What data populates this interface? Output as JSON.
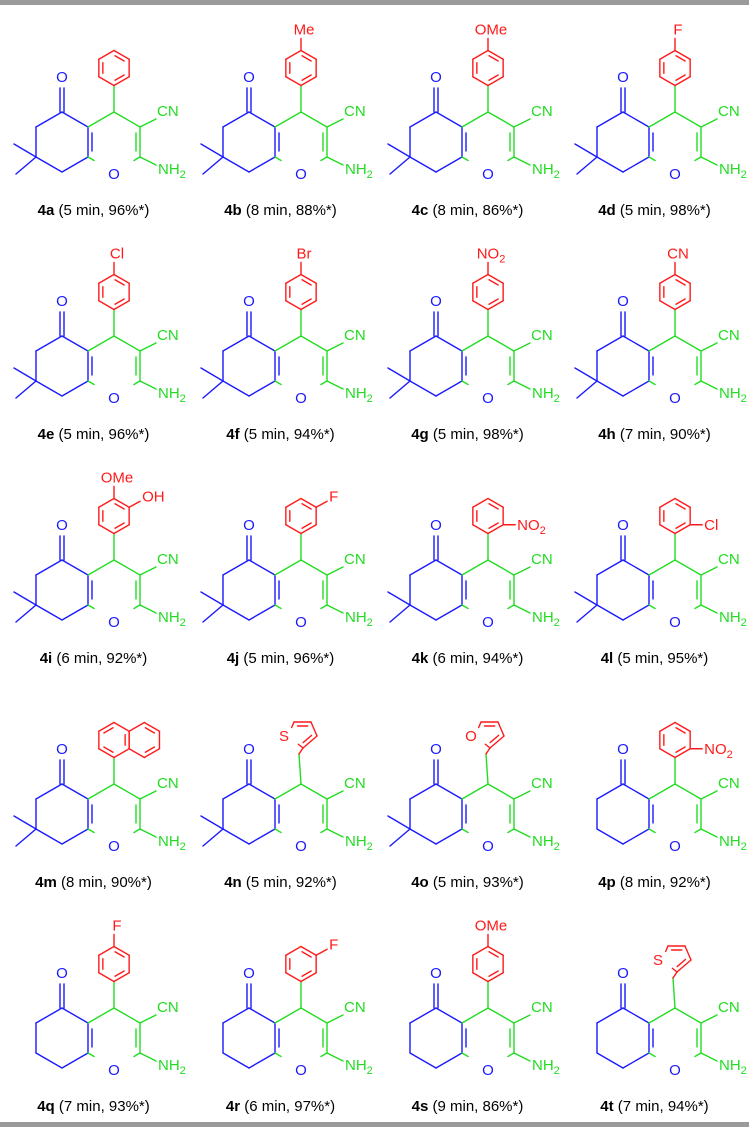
{
  "compounds": [
    {
      "id": "4a",
      "caption": " (5 min, 96%*)",
      "core": "dimedone",
      "aryl": "phenyl",
      "sub": null
    },
    {
      "id": "4b",
      "caption": " (8 min, 88%*)",
      "core": "dimedone",
      "aryl": "phenyl",
      "sub": {
        "pos": "para",
        "label": "Me"
      }
    },
    {
      "id": "4c",
      "caption": " (8 min, 86%*)",
      "core": "dimedone",
      "aryl": "phenyl",
      "sub": {
        "pos": "para",
        "label": "OMe"
      }
    },
    {
      "id": "4d",
      "caption": " (5 min, 98%*)",
      "core": "dimedone",
      "aryl": "phenyl",
      "sub": {
        "pos": "para",
        "label": "F"
      }
    },
    {
      "id": "4e",
      "caption": " (5 min, 96%*)",
      "core": "dimedone",
      "aryl": "phenyl",
      "sub": {
        "pos": "para",
        "label": "Cl"
      }
    },
    {
      "id": "4f",
      "caption": " (5 min, 94%*)",
      "core": "dimedone",
      "aryl": "phenyl",
      "sub": {
        "pos": "para",
        "label": "Br"
      }
    },
    {
      "id": "4g",
      "caption": " (5 min, 98%*)",
      "core": "dimedone",
      "aryl": "phenyl",
      "sub": {
        "pos": "para",
        "label": "NO",
        "subscript": "2"
      }
    },
    {
      "id": "4h",
      "caption": " (7 min, 90%*)",
      "core": "dimedone",
      "aryl": "phenyl",
      "sub": {
        "pos": "para",
        "label": "CN"
      }
    },
    {
      "id": "4i",
      "caption": " (6 min, 92%*)",
      "core": "dimedone",
      "aryl": "phenyl",
      "sub": {
        "pos": "para",
        "label": "OMe"
      },
      "sub2": {
        "pos": "meta",
        "label": "OH"
      }
    },
    {
      "id": "4j",
      "caption": " (5 min, 96%*)",
      "core": "dimedone",
      "aryl": "phenyl",
      "sub": {
        "pos": "meta",
        "label": "F"
      }
    },
    {
      "id": "4k",
      "caption": " (6 min, 94%*)",
      "core": "dimedone",
      "aryl": "phenyl",
      "sub": {
        "pos": "ortho",
        "label": "NO",
        "subscript": "2"
      }
    },
    {
      "id": "4l",
      "caption": " (5 min, 95%*)",
      "core": "dimedone",
      "aryl": "phenyl",
      "sub": {
        "pos": "ortho",
        "label": "Cl"
      }
    },
    {
      "id": "4m",
      "caption": " (8 min, 90%*)",
      "core": "dimedone",
      "aryl": "naphthyl",
      "sub": null
    },
    {
      "id": "4n",
      "caption": " (5 min, 92%*)",
      "core": "dimedone",
      "aryl": "thienyl",
      "sub": null,
      "hetero": "S"
    },
    {
      "id": "4o",
      "caption": " (5 min, 93%*)",
      "core": "dimedone",
      "aryl": "furyl",
      "sub": null,
      "hetero": "O"
    },
    {
      "id": "4p",
      "caption": " (8 min, 92%*)",
      "core": "cyclohexanedione",
      "aryl": "phenyl",
      "sub": {
        "pos": "ortho",
        "label": "NO",
        "subscript": "2"
      }
    },
    {
      "id": "4q",
      "caption": " (7 min, 93%*)",
      "core": "cyclohexanedione",
      "aryl": "phenyl",
      "sub": {
        "pos": "para",
        "label": "F"
      }
    },
    {
      "id": "4r",
      "caption": " (6 min, 97%*)",
      "core": "cyclohexanedione",
      "aryl": "phenyl",
      "sub": {
        "pos": "meta",
        "label": "F"
      }
    },
    {
      "id": "4s",
      "caption": " (9 min, 86%*)",
      "core": "cyclohexanedione",
      "aryl": "phenyl",
      "sub": {
        "pos": "para",
        "label": "OMe"
      }
    },
    {
      "id": "4t",
      "caption": " (7 min, 94%*)",
      "core": "cyclohexanedione",
      "aryl": "thienyl",
      "sub": null,
      "hetero": "S"
    }
  ],
  "atoms": {
    "ketone_O": "O",
    "ring_O": "O",
    "nitrile": "CN",
    "amine": "NH",
    "amine_sub": "2"
  },
  "colors": {
    "core": "#1a1aff",
    "pyran": "#22dd22",
    "aryl": "#ff1a1a",
    "text": "#000000",
    "rule": "#9a9a9a"
  }
}
